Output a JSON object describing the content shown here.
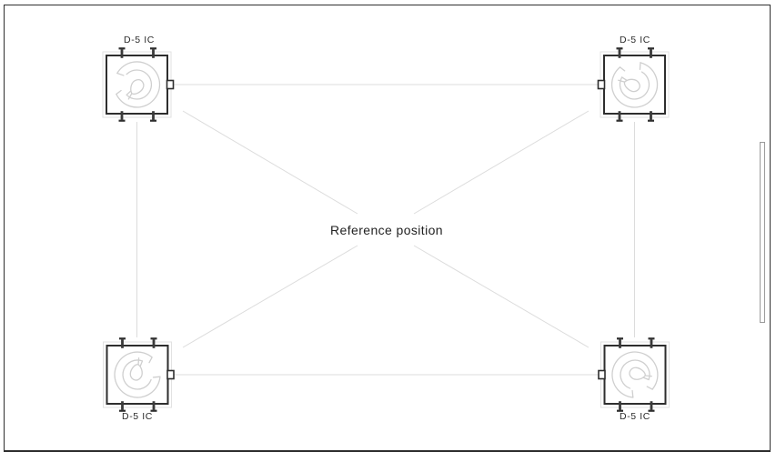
{
  "diagram": {
    "center_label": "Reference position",
    "speakers": [
      {
        "position": "top-left",
        "label": "D-5 IC"
      },
      {
        "position": "top-right",
        "label": "D-5 IC"
      },
      {
        "position": "bottom-left",
        "label": "D-5 IC"
      },
      {
        "position": "bottom-right",
        "label": "D-5 IC"
      }
    ],
    "colors": {
      "frame": "#2f2f2f",
      "device_outline": "#2e2e2e",
      "guide_line": "#dcdcdc",
      "driver_drawing": "#cfcfcf",
      "backing_plate": "#e2e2e2",
      "screen_outline": "#9a9a9a",
      "label_text": "#2b2b2b"
    }
  }
}
